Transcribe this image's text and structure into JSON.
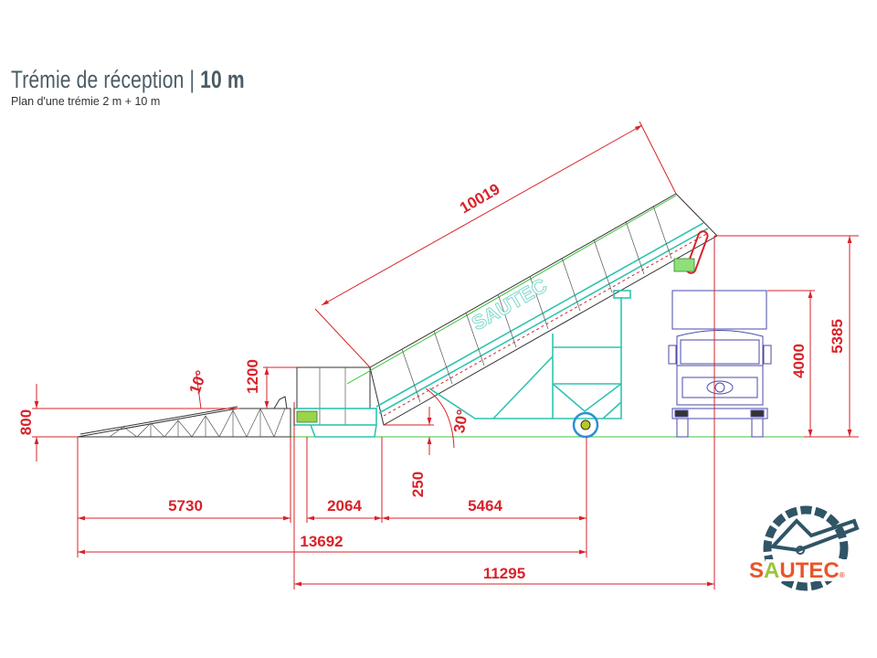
{
  "header": {
    "title_main": "Trémie de réception | ",
    "title_bold": "10 m",
    "subtitle": "Plan d'une trémie 2 m + 10 m"
  },
  "drawing": {
    "conveyor_label": "SAUTEC",
    "dimensions": {
      "conveyor_length": "10019",
      "ramp_height": "800",
      "hopper_height": "1200",
      "ramp_angle": "10°",
      "conveyor_angle": "30°",
      "pit_depth": "250",
      "ramp_length": "5730",
      "hopper_length": "2064",
      "frame_length": "5464",
      "total_length": "13692",
      "overall_length": "11295",
      "truck_height": "4000",
      "discharge_height": "5385"
    }
  },
  "logo": {
    "text_s": "S",
    "text_a": "A",
    "text_rest": "UTEC",
    "registered": "®",
    "colors": {
      "orange": "#e8552a",
      "green": "#9bc43c",
      "gear": "#2f5566"
    }
  },
  "colors": {
    "dimension": "#d8232a",
    "structure": "#2ec4b0",
    "ground": "#3fc43f",
    "truck": "#4a4aa8"
  }
}
